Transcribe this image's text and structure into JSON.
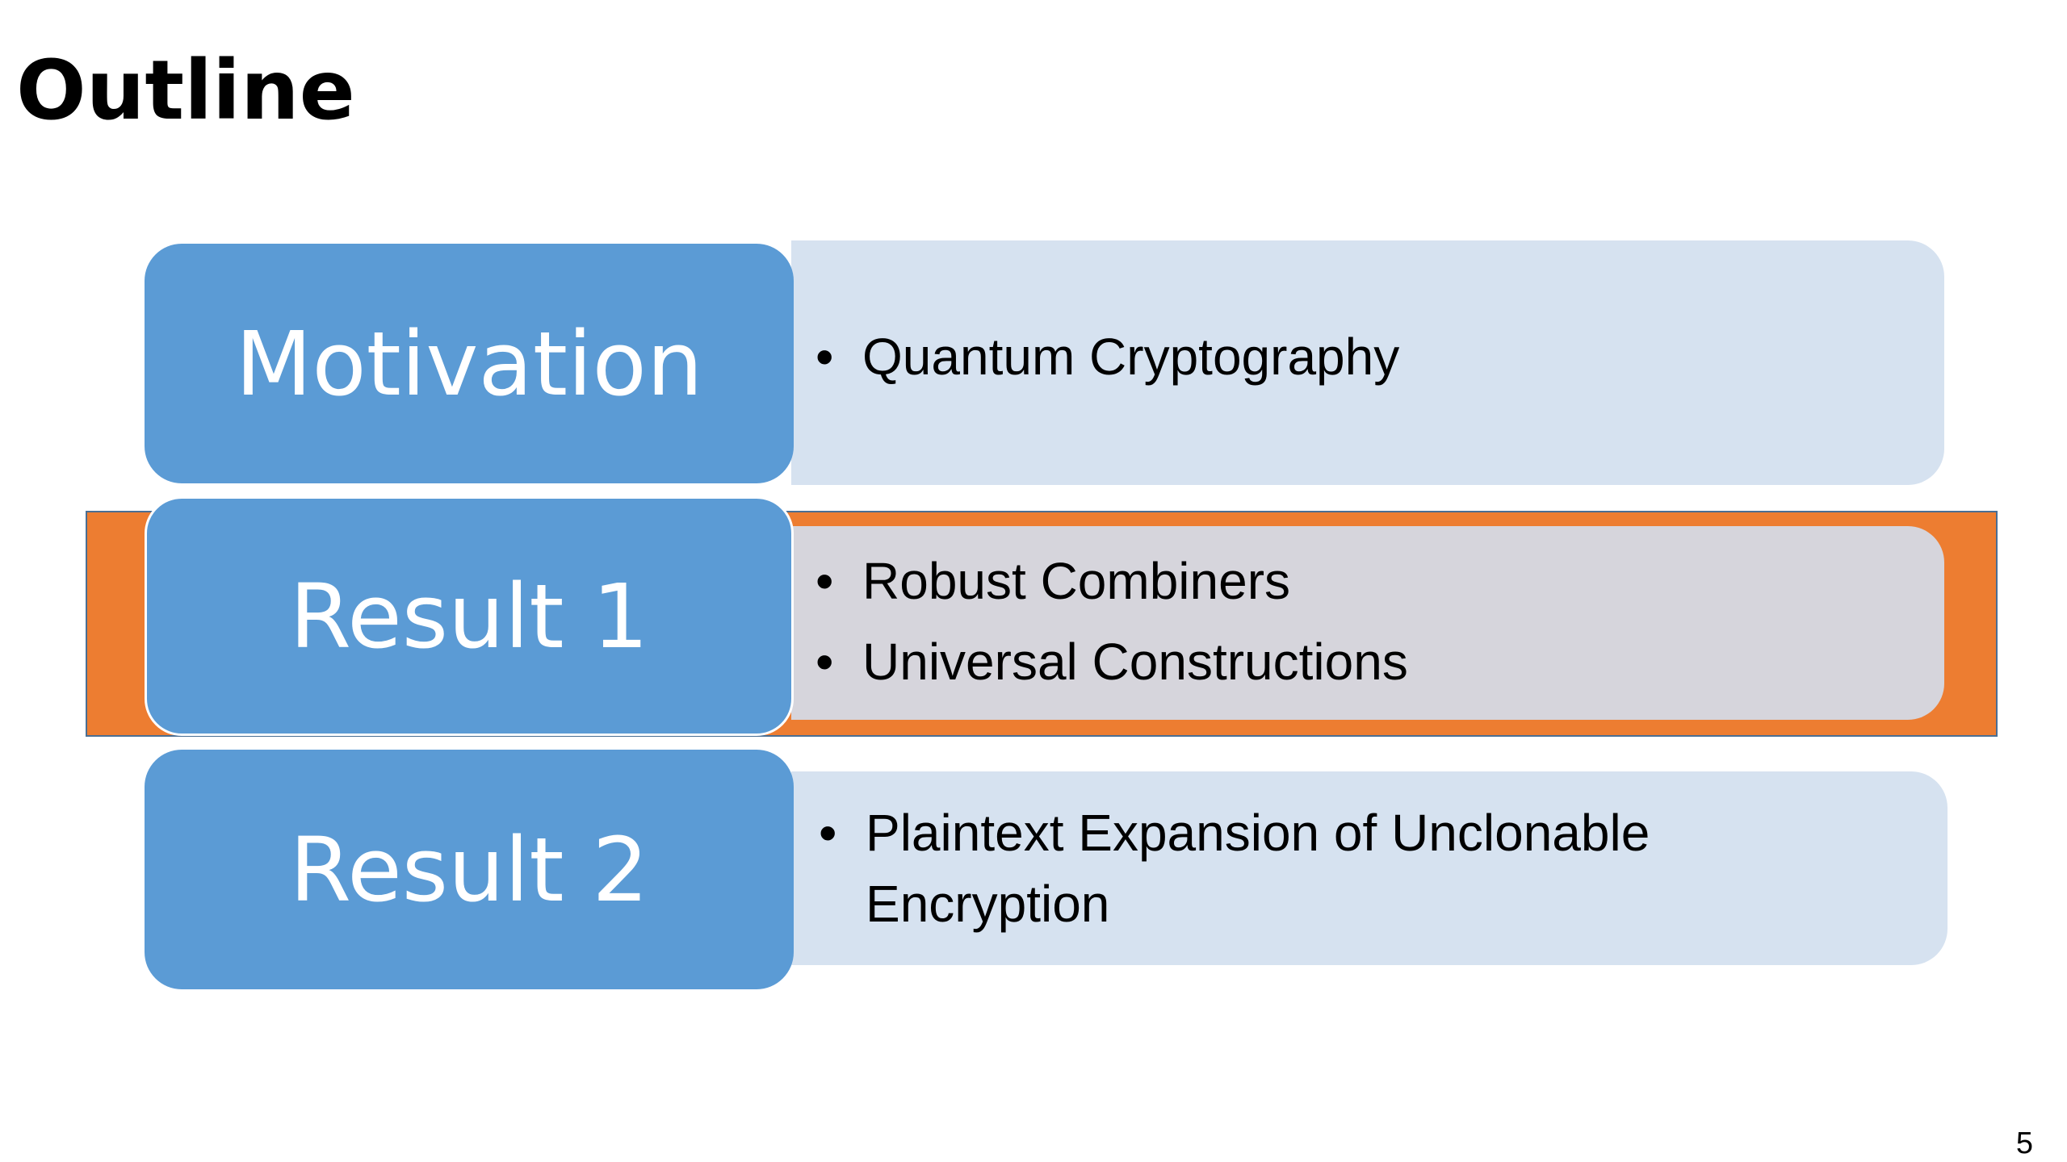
{
  "slide": {
    "title": "Outline",
    "page_number": "5"
  },
  "colors": {
    "label_fill": "#5b9bd5",
    "panel_fill": "#d6e2f0",
    "highlight_band": "#ed7d31",
    "highlight_panel": "#d6d5dc"
  },
  "sections": [
    {
      "label": "Motivation",
      "highlighted": false,
      "items": [
        "Quantum Cryptography"
      ]
    },
    {
      "label": "Result 1",
      "highlighted": true,
      "items": [
        "Robust Combiners",
        "Universal Constructions"
      ]
    },
    {
      "label": "Result 2",
      "highlighted": false,
      "items": [
        "Plaintext Expansion of Unclonable Encryption"
      ]
    }
  ]
}
